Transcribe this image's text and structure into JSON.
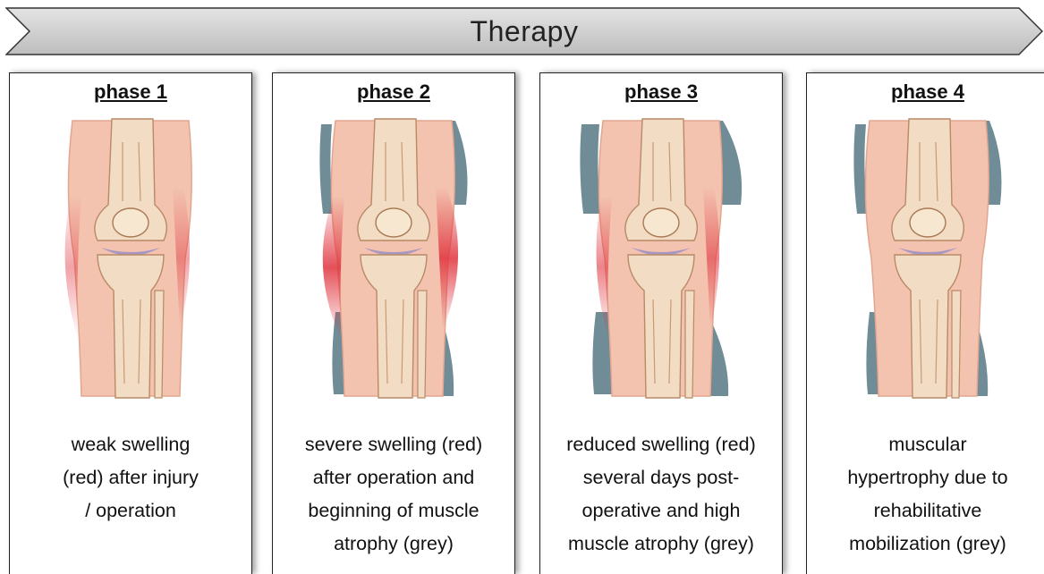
{
  "banner": {
    "title": "Therapy"
  },
  "phases": [
    {
      "title": "phase 1",
      "lines": [
        "weak swelling",
        "(red) after injury",
        "/ operation"
      ],
      "swelling": "weak",
      "atrophy": "none"
    },
    {
      "title": "phase 2",
      "lines": [
        "severe swelling (red)",
        "after operation and",
        "beginning of muscle",
        "atrophy (grey)"
      ],
      "swelling": "severe",
      "atrophy": "beginning"
    },
    {
      "title": "phase 3",
      "lines": [
        "reduced swelling (red)",
        "several days post-",
        "operative and high",
        "muscle atrophy (grey)"
      ],
      "swelling": "reduced",
      "atrophy": "high"
    },
    {
      "title": "phase 4",
      "lines": [
        "muscular",
        "hypertrophy due to",
        "rehabilitative",
        "mobilization (grey)"
      ],
      "swelling": "none",
      "atrophy": "hypertrophy"
    }
  ],
  "colors": {
    "banner_fill": "#d0d0d0",
    "swelling_red": "#e0323c",
    "atrophy_grey": "#5f7f8c",
    "bone": "#f2ddc4",
    "skin": "#f3c3b0"
  }
}
